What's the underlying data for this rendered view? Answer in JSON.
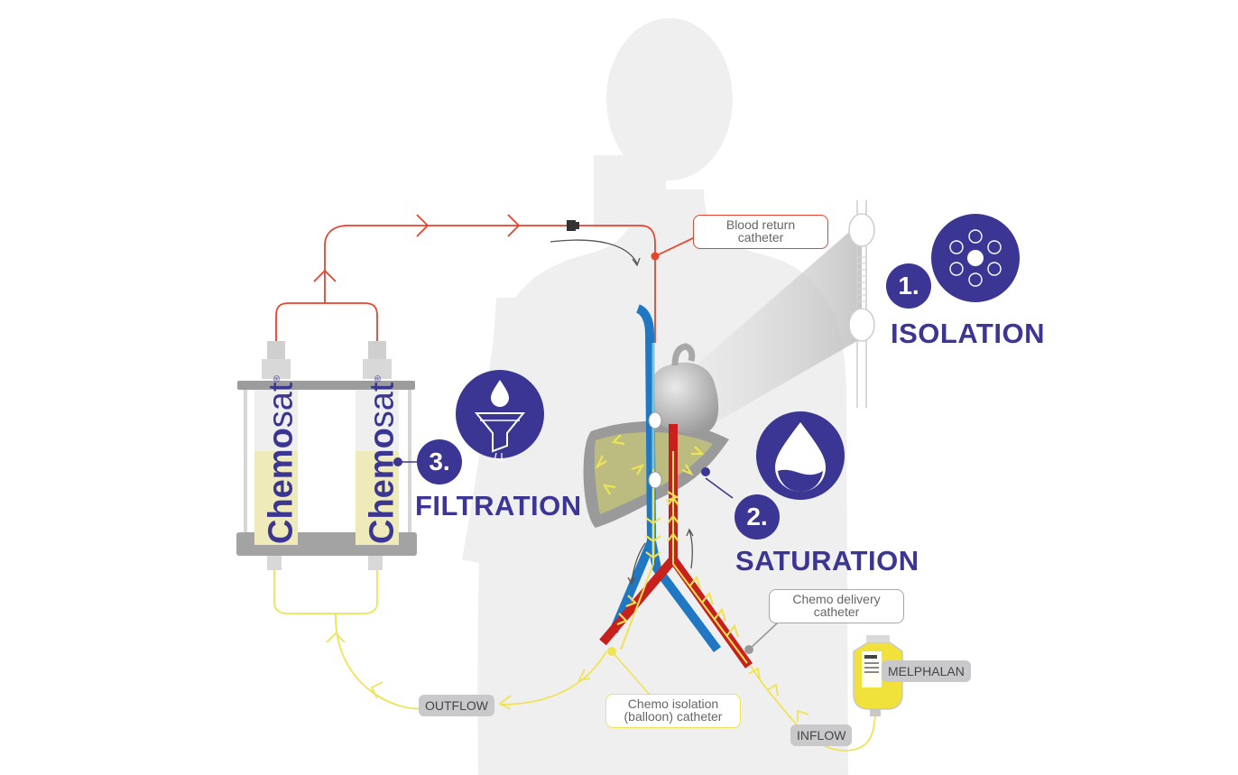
{
  "steps": [
    {
      "number": "1.",
      "title": "ISOLATION"
    },
    {
      "number": "2.",
      "title": "SATURATION"
    },
    {
      "number": "3.",
      "title": "FILTRATION"
    }
  ],
  "labels": {
    "blood_return": [
      "Blood return",
      "catheter"
    ],
    "chemo_delivery": [
      "Chemo delivery",
      "catheter"
    ],
    "chemo_isolation": [
      "Chemo isolation",
      "(balloon) catheter"
    ]
  },
  "pills": {
    "melphalan": "MELPHALAN",
    "outflow": "OUTFLOW",
    "inflow": "INFLOW"
  },
  "filters": [
    {
      "brand_strong": "Chem",
      "brand_mid": "o",
      "brand_light": "sat",
      "reg": "®"
    },
    {
      "brand_strong": "Chem",
      "brand_mid": "o",
      "brand_light": "sat",
      "reg": "®"
    }
  ],
  "colors": {
    "accent_purple": "#3b3593",
    "artery_red": "#c8201c",
    "vein_blue": "#1f78c1",
    "return_line_red": "#e8432d",
    "drug_yellow": "#efe355",
    "silhouette_gray": "#efeff0"
  }
}
